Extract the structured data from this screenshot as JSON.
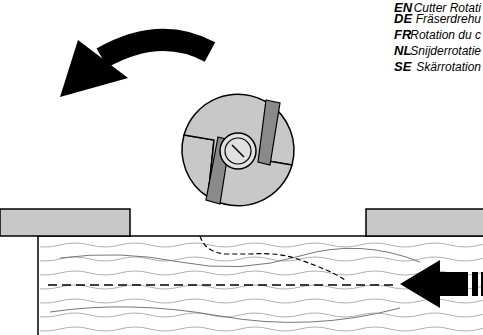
{
  "diagram": {
    "labels": [
      "EN",
      "Cutter Rotati",
      "DE",
      "Fräserdrehu",
      "FR",
      "Rotation du c",
      "NL",
      "Snijderrotatie",
      "SE",
      "Skärrotation"
    ]
  }
}
